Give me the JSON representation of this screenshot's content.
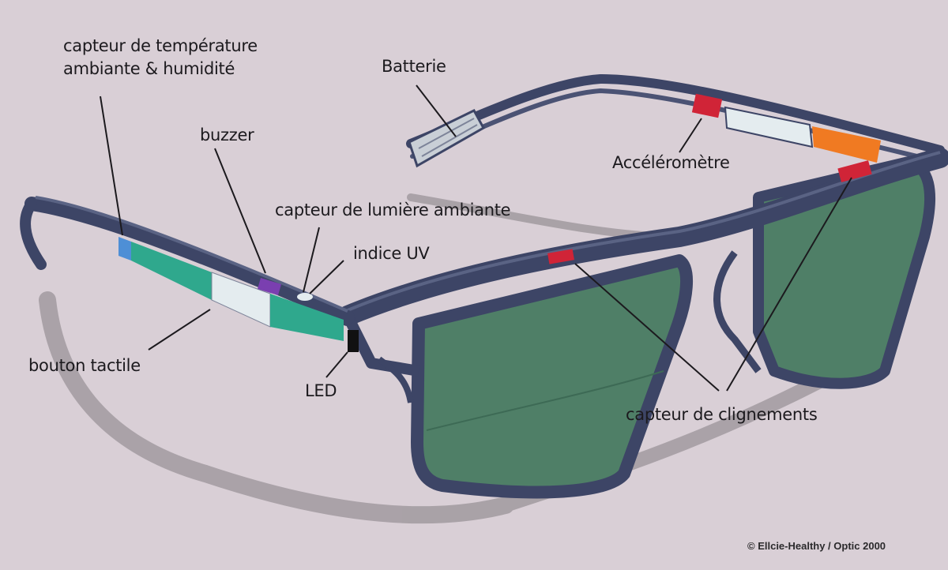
{
  "diagram": {
    "subject": "smart-glasses-sensors",
    "background_color": "#d9cfd6",
    "colors": {
      "frame": "#3d4566",
      "lens": "#4f7f67",
      "battery_module": "#2fa88d",
      "temperature_sensor": "#4e8fd6",
      "buzzer": "#7a3fb0",
      "accelerometer": "#d02437",
      "blink_sensor": "#d02437",
      "orange_module": "#f07a22",
      "white_module": "#e4ecef"
    },
    "labels": {
      "temperature_humidity": [
        "capteur de température",
        "ambiante & humidité"
      ],
      "battery": "Batterie",
      "buzzer": "buzzer",
      "accelerometer": "Accéléromètre",
      "ambient_light": "capteur de lumière ambiante",
      "uv_index": "indice UV",
      "touch_button": "bouton tactile",
      "led": "LED",
      "blink_sensor": "capteur de clignements"
    },
    "credit": "© Ellcie-Healthy / Optic 2000"
  }
}
